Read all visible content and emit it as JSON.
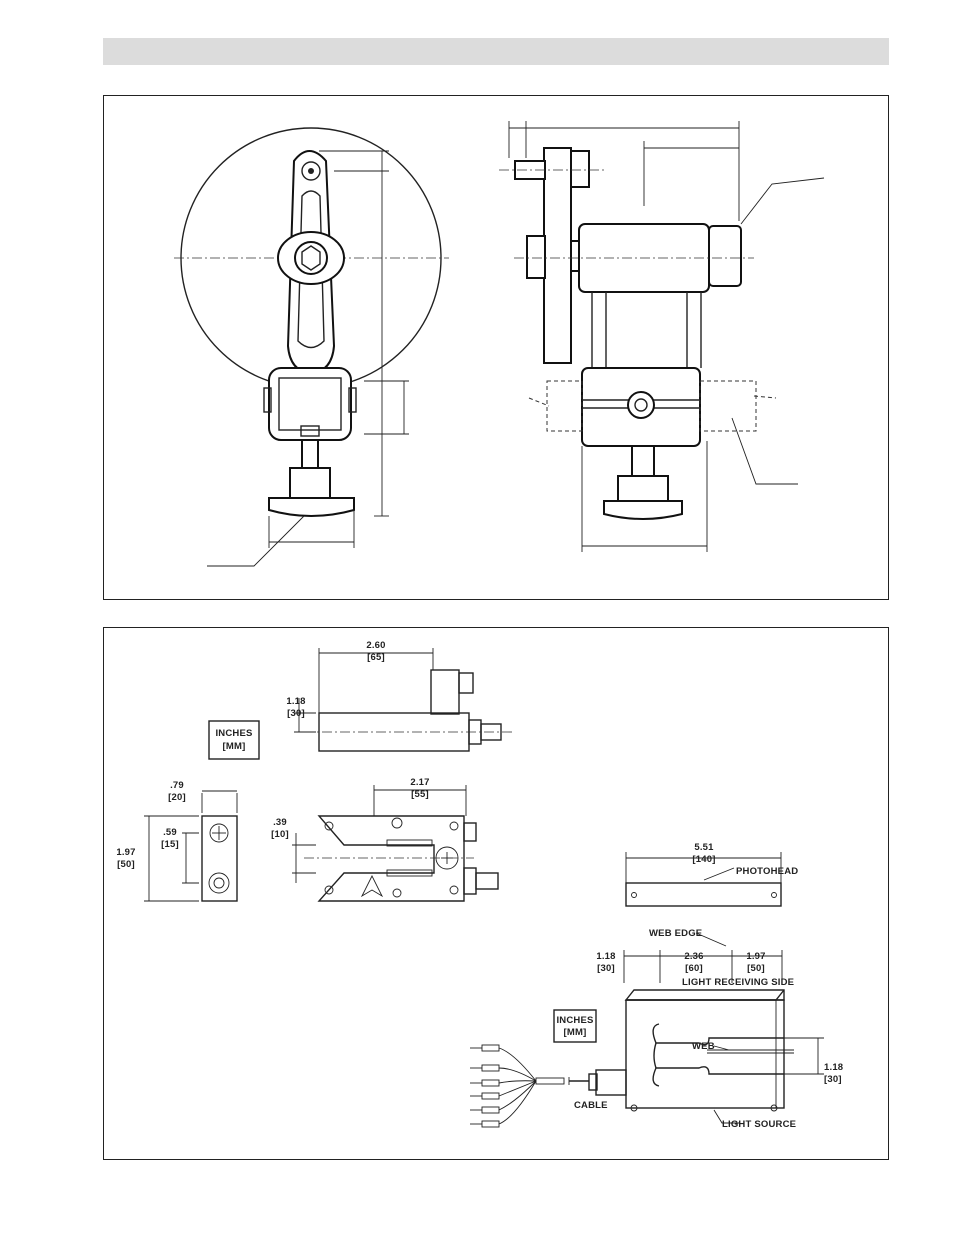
{
  "figure_top": {},
  "figure_bottom": {
    "units_box_1": {
      "line1": "INCHES",
      "line2": "[MM]"
    },
    "units_box_2": {
      "line1": "INCHES",
      "line2": "[MM]"
    },
    "dims": {
      "d260": {
        "in": "2.60",
        "mm": "[65]"
      },
      "d118a": {
        "in": "1.18",
        "mm": "[30]"
      },
      "d079": {
        "in": ".79",
        "mm": "[20]"
      },
      "d059": {
        "in": ".59",
        "mm": "[15]"
      },
      "d197a": {
        "in": "1.97",
        "mm": "[50]"
      },
      "d039": {
        "in": ".39",
        "mm": "[10]"
      },
      "d217": {
        "in": "2.17",
        "mm": "[55]"
      },
      "d551": {
        "in": "5.51",
        "mm": "[140]"
      },
      "d118b": {
        "in": "1.18",
        "mm": "[30]"
      },
      "d236": {
        "in": "2.36",
        "mm": "[60]"
      },
      "d197b": {
        "in": "1.97",
        "mm": "[50]"
      },
      "d118c": {
        "in": "1.18",
        "mm": "[30]"
      }
    },
    "callouts": {
      "photohead": "PHOTOHEAD",
      "web_edge": "WEB EDGE",
      "light_receiving_side": "LIGHT RECEIVING SIDE",
      "web": "WEB",
      "cable": "CABLE",
      "light_source": "LIGHT SOURCE"
    }
  }
}
